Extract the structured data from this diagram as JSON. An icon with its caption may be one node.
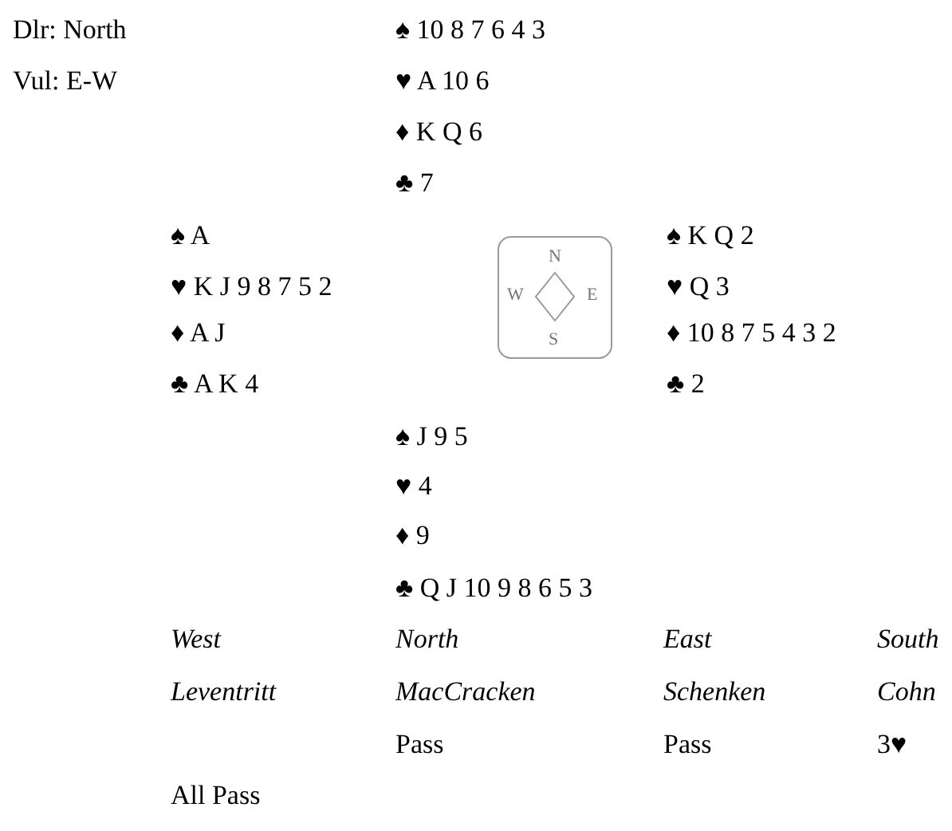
{
  "diagram": {
    "labels": [
      "Dlr: North",
      "♠ 10 8 7 6 4 3",
      "Vul: E-W",
      "♥ A 10 6",
      "♦ K Q 6",
      "♣ 7",
      "♠ A",
      "N",
      "♠ K Q 2",
      "♥ K J 9 8 7 5 2",
      "W",
      "E",
      "♥ Q 3",
      "♦ A J",
      "S",
      "♦ 10 8 7 5 4 3 2",
      "♣ A K 4",
      "♣ 2",
      "♠ J 9 5",
      "♥ 4",
      "♦ 9",
      "♣ Q J 10 9 8 6 5 3",
      "West",
      "North",
      "East",
      "South",
      "Leventritt",
      "MacCracken",
      "Schenken",
      "Cohn",
      "Pass",
      "Pass",
      "3♥",
      "All Pass"
    ]
  }
}
